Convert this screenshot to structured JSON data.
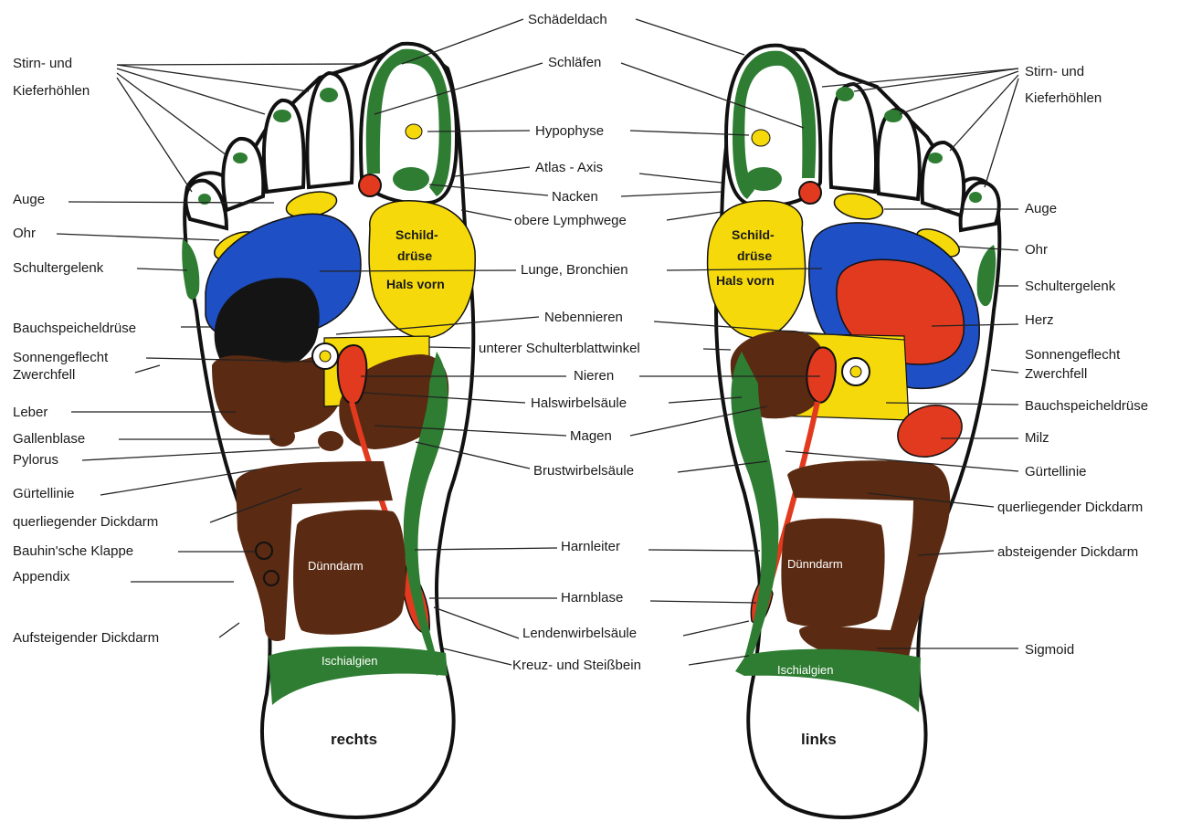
{
  "colors": {
    "green": "#2e7d32",
    "yellow": "#f5d90a",
    "blue": "#1f4fc4",
    "black": "#141414",
    "brown": "#5a2a12",
    "red": "#e23a1f"
  },
  "feet": {
    "right_label": "rechts",
    "left_label": "links"
  },
  "zones": {
    "schilddruese_1": "Schild-",
    "schilddruese_2": "drüse",
    "hals_vorn": "Hals vorn",
    "duenndarm": "Dünndarm",
    "ischialgien": "Ischialgien"
  },
  "labels": {
    "left_side": [
      "Stirn- und",
      "Kieferhöhlen",
      "Auge",
      "Ohr",
      "Schultergelenk",
      "Bauchspeicheldrüse",
      "Sonnengeflecht",
      "Zwerchfell",
      "Leber",
      "Gallenblase",
      "Pylorus",
      "Gürtellinie",
      "querliegender Dickdarm",
      "Bauhin'sche Klappe",
      "Appendix",
      "Aufsteigender Dickdarm"
    ],
    "center": [
      "Schädeldach",
      "Schläfen",
      "Hypophyse",
      "Atlas - Axis",
      "Nacken",
      "obere Lymphwege",
      "Lunge, Bronchien",
      "Nebennieren",
      "unterer Schulterblattwinkel",
      "Nieren",
      "Halswirbelsäule",
      "Magen",
      "Brustwirbelsäule",
      "Harnleiter",
      "Harnblase",
      "Lendenwirbelsäule",
      "Kreuz- und Steißbein"
    ],
    "right_side": [
      "Stirn- und",
      "Kieferhöhlen",
      "Auge",
      "Ohr",
      "Schultergelenk",
      "Herz",
      "Sonnengeflecht",
      "Zwerchfell",
      "Bauchspeicheldrüse",
      "Milz",
      "Gürtellinie",
      "querliegender Dickdarm",
      "absteigender Dickdarm",
      "Sigmoid"
    ]
  }
}
